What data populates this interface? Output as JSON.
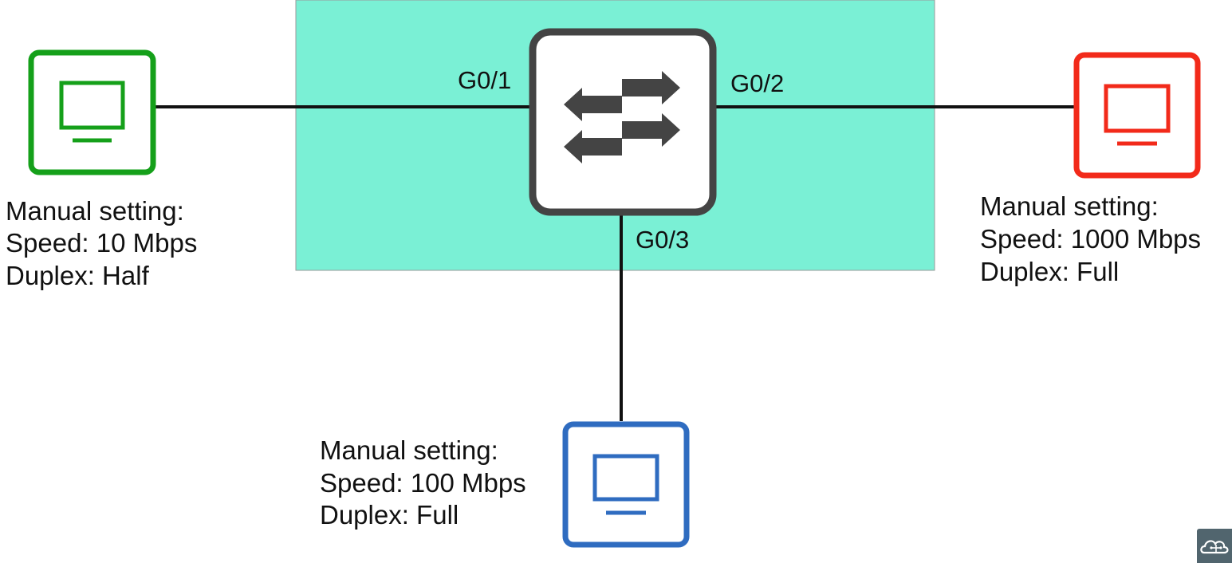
{
  "diagram": {
    "colors": {
      "switch_region": "#7af0d5",
      "switch_border": "#444444",
      "link": "#111111",
      "pc_left": "#15a01a",
      "pc_right": "#f22a1a",
      "pc_bottom": "#2f6cc0",
      "watermark": "#51656e"
    },
    "switch": {
      "icon": "switch-arrows-icon"
    },
    "ports": {
      "g01": "G0/1",
      "g02": "G0/2",
      "g03": "G0/3"
    },
    "hosts": {
      "left": {
        "icon": "monitor-icon",
        "line1": "Manual setting:",
        "line2": "Speed: 10 Mbps",
        "line3": "Duplex: Half"
      },
      "right": {
        "icon": "monitor-icon",
        "line1": "Manual setting:",
        "line2": "Speed: 1000 Mbps",
        "line3": "Duplex: Full"
      },
      "bottom": {
        "icon": "monitor-icon",
        "line1": "Manual setting:",
        "line2": "Speed: 100 Mbps",
        "line3": "Duplex: Full"
      }
    },
    "watermark": {
      "icon": "cloud-network-icon"
    }
  }
}
